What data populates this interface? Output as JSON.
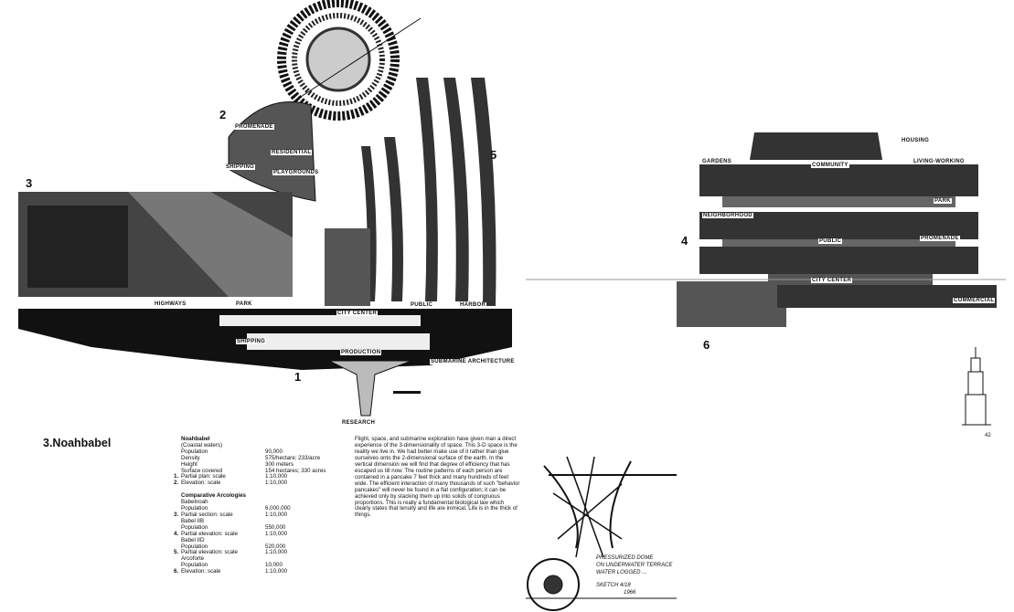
{
  "title": "3.Noahbabel",
  "page_number": "42",
  "figure_numbers": [
    "1",
    "2",
    "3",
    "4",
    "5",
    "6"
  ],
  "labels": {
    "highways": "HIGHWAYS",
    "park": "PARK",
    "public": "PUBLIC",
    "harbor": "HARBOR",
    "city_center": "CITY CENTER",
    "shipping": "SHIPPING",
    "production": "PRODUCTION",
    "submarine": "SUBMARINE ARCHITECTURE",
    "research": "RESEARCH",
    "promenade": "PROMENADE",
    "residential": "RESIDENTIAL",
    "shipping2": "SHIPPING",
    "playgrounds": "PLAYGROUNDS",
    "housing": "HOUSING",
    "gardens": "GARDENS",
    "living_working": "LIVING-WORKING",
    "community": "COMMUNITY",
    "park4": "PARK",
    "neighborhood": "NEIGHBORHOOD",
    "public4": "PUBLIC",
    "promenade4": "PROMENADE",
    "city_center4": "CITY CENTER",
    "commercial": "COMMERCIAL"
  },
  "specs": {
    "heading": "Noahbabel",
    "subheading": "(Coastal waters)",
    "rows": [
      {
        "n": "",
        "k": "Population",
        "v": "90,000"
      },
      {
        "n": "",
        "k": "Density",
        "v": "575/hectare; 233/acre"
      },
      {
        "n": "",
        "k": "Height",
        "v": "300 meters"
      },
      {
        "n": "",
        "k": "Surface covered",
        "v": "154 hectares; 330 acres"
      },
      {
        "n": "1.",
        "k": "Partial plan: scale",
        "v": "1:10,000"
      },
      {
        "n": "2.",
        "k": "Elevation: scale",
        "v": "1:10,000"
      }
    ],
    "comparative_heading": "Comparative Arcologies",
    "comparative": [
      {
        "n": "",
        "k": "Babelnoah",
        "v": ""
      },
      {
        "n": "",
        "k": "Population",
        "v": "6,000,000"
      },
      {
        "n": "3.",
        "k": "Partial section: scale",
        "v": "1:10,000"
      },
      {
        "n": "",
        "k": "Babel IIB",
        "v": ""
      },
      {
        "n": "",
        "k": "Population",
        "v": "550,000"
      },
      {
        "n": "4.",
        "k": "Partial elevation: scale",
        "v": "1:10,000"
      },
      {
        "n": "",
        "k": "Babel IID",
        "v": ""
      },
      {
        "n": "",
        "k": "Population",
        "v": "520,000"
      },
      {
        "n": "5.",
        "k": "Partial elevation: scale",
        "v": "1:10,000"
      },
      {
        "n": "",
        "k": "Arcoforte",
        "v": ""
      },
      {
        "n": "",
        "k": "Population",
        "v": "10,000"
      },
      {
        "n": "6.",
        "k": "Elevation: scale",
        "v": "1:10,000"
      }
    ]
  },
  "essay": "Flight, space, and submarine exploration have given man a direct experience of the 3-dimensionality of space. This 3-D space is the reality we live in. We had better make use of it rather than glue ourselves onto the 2-dimensional surface of the earth. In the vertical dimension we will find that degree of efficiency that has escaped us till now. The routine patterns of each person are contained in a pancake 7 feet thick and many hundreds of feet wide. The efficient interaction of many thousands of such \"behavior pancakes\" will never be found in a flat configuration; it can be achieved only by stacking them up into solids of congruous proportions. This is really a fundamental biological law which clearly states that tenuity and life are inimical. Life is in the thick of things.",
  "sketch_note": [
    "PRESSURIZED DOME",
    "ON UNDERWATER TERRACE",
    "WATER LOGGED ..."
  ],
  "sketch_date": [
    "SKETCH 4/18",
    "1966"
  ]
}
